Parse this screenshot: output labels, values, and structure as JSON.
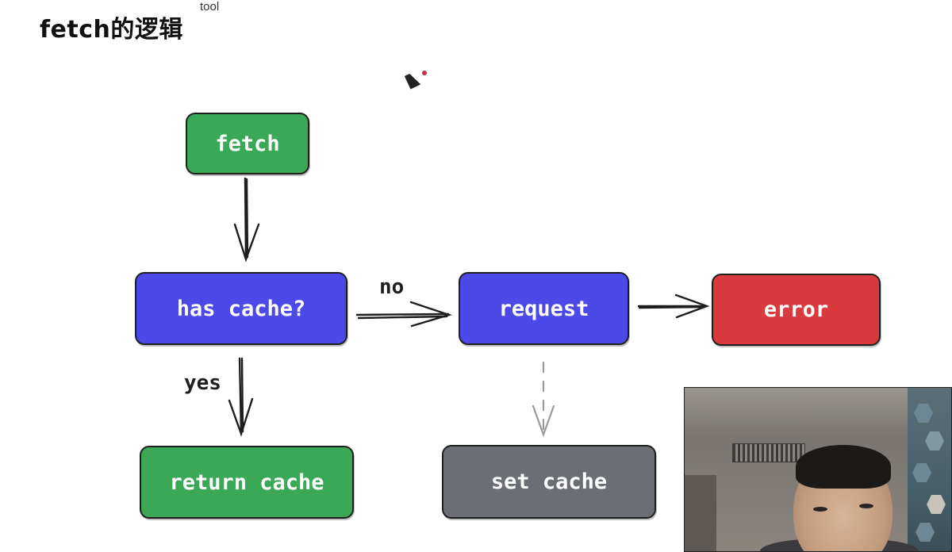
{
  "title": "fetch的逻辑",
  "tool_tag": "tool",
  "nodes": {
    "fetch": {
      "label": "fetch",
      "color": "#3aa857"
    },
    "has_cache": {
      "label": "has cache?",
      "color": "#4b4ae8"
    },
    "request": {
      "label": "request",
      "color": "#4b4ae8"
    },
    "error": {
      "label": "error",
      "color": "#d93a3e"
    },
    "return_cache": {
      "label": "return cache",
      "color": "#3aa857"
    },
    "set_cache": {
      "label": "set cache",
      "color": "#6b6e74"
    }
  },
  "edges": {
    "no_label": "no",
    "yes_label": "yes"
  }
}
